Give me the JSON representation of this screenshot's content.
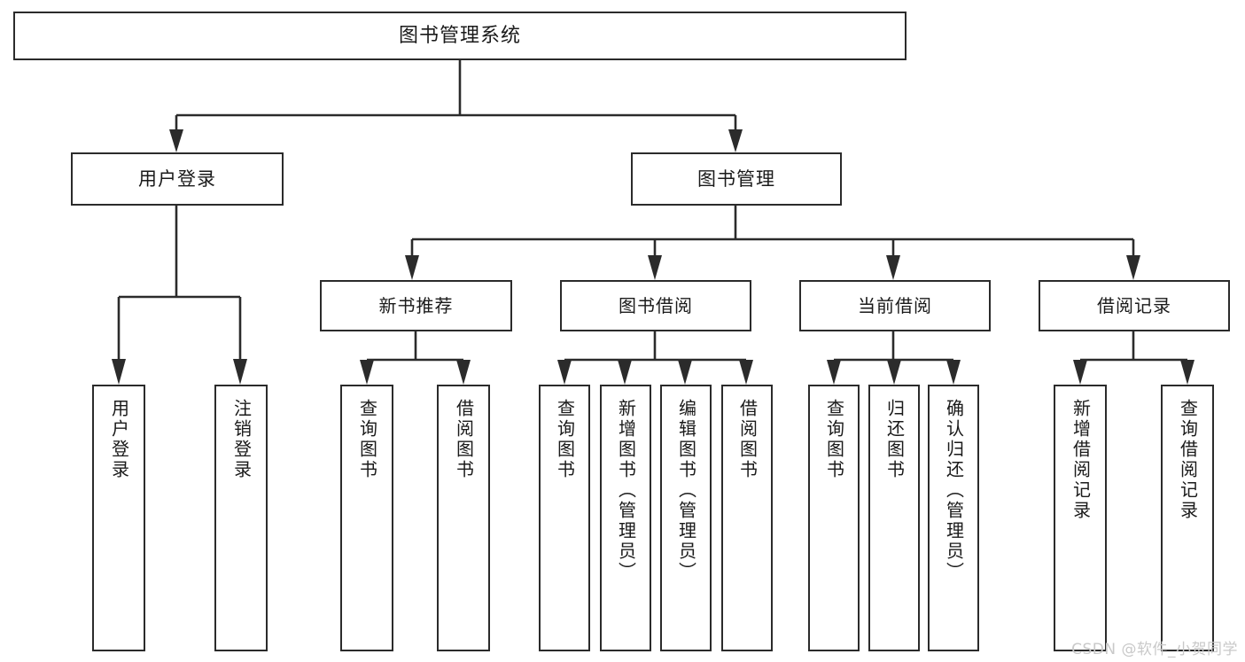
{
  "diagram": {
    "title": "图书管理系统",
    "watermark": "CSDN @软件_小贺同学",
    "colors": {
      "box_border": "#2b2b2b",
      "box_fill": "#ffffff",
      "text": "#1a1a1a",
      "connector": "#2b2b2b",
      "watermark": "#c9c9c9",
      "background": "#ffffff"
    },
    "root": {
      "label": "图书管理系统"
    },
    "level2": [
      {
        "label": "用户登录"
      },
      {
        "label": "图书管理"
      }
    ],
    "level3": [
      {
        "label": "新书推荐"
      },
      {
        "label": "图书借阅"
      },
      {
        "label": "当前借阅"
      },
      {
        "label": "借阅记录"
      }
    ],
    "leaves": {
      "user_login": [
        {
          "label": "用户登录"
        },
        {
          "label": "注销登录"
        }
      ],
      "new_book_recommend": [
        {
          "label": "查询图书"
        },
        {
          "label": "借阅图书"
        }
      ],
      "book_borrow": [
        {
          "label": "查询图书"
        },
        {
          "label": "新增图书（管理员）"
        },
        {
          "label": "编辑图书（管理员）"
        },
        {
          "label": "借阅图书"
        }
      ],
      "current_borrow": [
        {
          "label": "查询图书"
        },
        {
          "label": "归还图书"
        },
        {
          "label": "确认归还（管理员）"
        }
      ],
      "borrow_record": [
        {
          "label": "新增借阅记录"
        },
        {
          "label": "查询借阅记录"
        }
      ]
    }
  }
}
